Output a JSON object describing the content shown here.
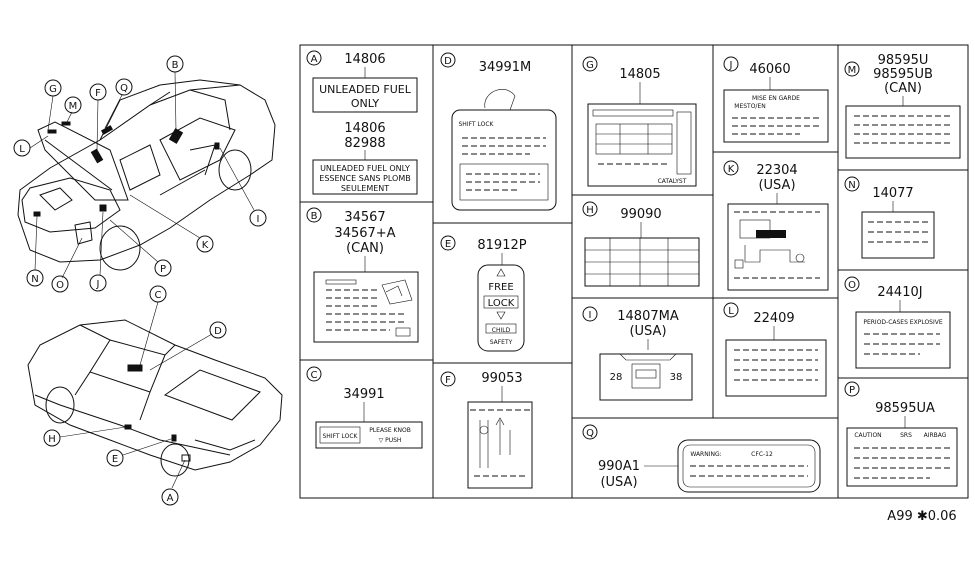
{
  "diagram_code": "A99 ✱0.06",
  "callouts": {
    "A": "A",
    "B": "B",
    "C": "C",
    "D": "D",
    "E": "E",
    "F": "F",
    "G": "G",
    "H": "H",
    "I": "I",
    "J": "J",
    "K": "K",
    "L": "L",
    "M": "M",
    "N": "N",
    "O": "O",
    "P": "P",
    "Q": "Q"
  },
  "panels": {
    "A": {
      "parts": [
        "14806",
        "14806",
        "82988"
      ],
      "label1": [
        "UNLEADED FUEL",
        "ONLY"
      ],
      "label2": [
        "UNLEADED FUEL ONLY",
        "ESSENCE SANS PLOMB",
        "SEULEMENT"
      ]
    },
    "B": {
      "parts": [
        "34567",
        "34567+A",
        "(CAN)"
      ]
    },
    "C": {
      "parts": [
        "34991"
      ],
      "label": [
        "SHIFT LOCK",
        "PLEASE KNOB",
        "▽ PUSH"
      ]
    },
    "D": {
      "parts": [
        "34991M"
      ],
      "label": [
        "SHIFT LOCK"
      ]
    },
    "E": {
      "parts": [
        "81912P"
      ],
      "label": [
        "FREE",
        "LOCK",
        "CHILD",
        "SAFETY"
      ]
    },
    "F": {
      "parts": [
        "99053"
      ]
    },
    "G": {
      "parts": [
        "14805"
      ],
      "label": [
        "CATALYST"
      ]
    },
    "H": {
      "parts": [
        "99090"
      ]
    },
    "I": {
      "parts": [
        "14807MA",
        "(USA)"
      ],
      "label": [
        "28",
        "38"
      ]
    },
    "J": {
      "parts": [
        "46060"
      ],
      "label": [
        "MISE EN GARDE",
        "MESTO/EN"
      ]
    },
    "K": {
      "parts": [
        "22304",
        "(USA)"
      ]
    },
    "L": {
      "parts": [
        "22409"
      ]
    },
    "M": {
      "parts": [
        "98595U",
        "98595UB",
        "(CAN)"
      ]
    },
    "N": {
      "parts": [
        "14077"
      ]
    },
    "O": {
      "parts": [
        "24410J"
      ],
      "label": [
        "PERIOD-CASES EXPLOSIVE"
      ]
    },
    "P": {
      "parts": [
        "98595UA"
      ],
      "label": [
        "CAUTION",
        "SRS",
        "AIRBAG"
      ]
    },
    "Q": {
      "parts": [
        "990A1",
        "(USA)"
      ],
      "label": [
        "WARNING:",
        "CFC-12"
      ]
    }
  }
}
